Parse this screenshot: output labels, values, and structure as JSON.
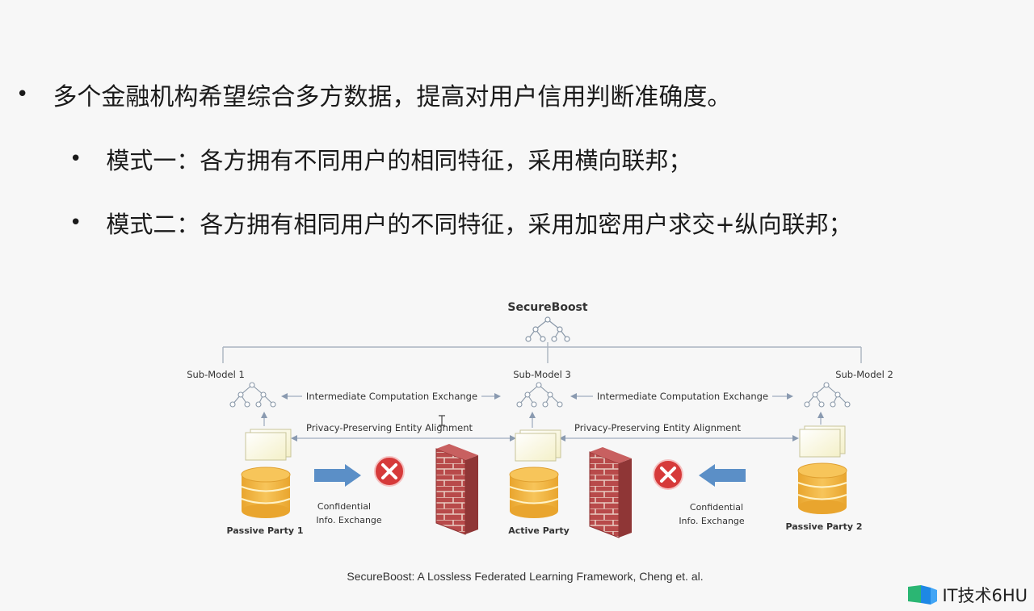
{
  "bullets": {
    "main": "多个金融机构希望综合多方数据，提高对用户信用判断准确度。",
    "sub": [
      "模式一：各方拥有不同用户的相同特征，采用横向联邦；",
      "模式二：各方拥有相同用户的不同特征，采用加密用户求交+纵向联邦；"
    ]
  },
  "diagram": {
    "title": "SecureBoost",
    "submodels": [
      "Sub-Model 1",
      "Sub-Model 3",
      "Sub-Model 2"
    ],
    "exchange_labels": [
      "Intermediate Computation Exchange",
      "Intermediate Computation Exchange"
    ],
    "alignment_labels": [
      "Privacy-Preserving Entity Alignment",
      "Privacy-Preserving Entity Alignment"
    ],
    "confidential": [
      {
        "line1": "Confidential",
        "line2": "Info. Exchange"
      },
      {
        "line1": "Confidential",
        "line2": "Info. Exchange"
      }
    ],
    "parties": [
      "Passive Party 1",
      "Active Party",
      "Passive Party 2"
    ],
    "colors": {
      "database": "#f0b43c",
      "arrow": "#5b8fc7",
      "forbidden": "#d63a3a",
      "wall": "#b44a4a"
    }
  },
  "caption": "SecureBoost: A Lossless Federated Learning Framework,  Cheng et. al.",
  "brand": {
    "text": "IT技术6HU",
    "icon": "logo-icon"
  }
}
